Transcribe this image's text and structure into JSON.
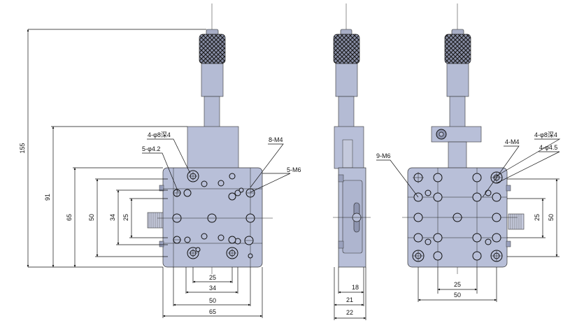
{
  "colors": {
    "metal": "#b8bfd8",
    "metal_dark": "#9aa1bd",
    "line": "#111111",
    "background": "#ffffff"
  },
  "front_view": {
    "dims_vertical": [
      "155",
      "91",
      "65",
      "50",
      "34",
      "25"
    ],
    "dims_horizontal": [
      "25",
      "34",
      "50",
      "65"
    ],
    "callouts": [
      "4-φ8深4",
      "5-φ4.2",
      "8-M4",
      "5-M6"
    ]
  },
  "side_view": {
    "dims_horizontal": [
      "18",
      "21",
      "22"
    ]
  },
  "right_view": {
    "dims_vertical": [
      "50",
      "25"
    ],
    "dims_horizontal": [
      "25",
      "50"
    ],
    "callouts": [
      "9-M6",
      "4-M4",
      "4-φ8深4",
      "4-φ4.5"
    ]
  }
}
